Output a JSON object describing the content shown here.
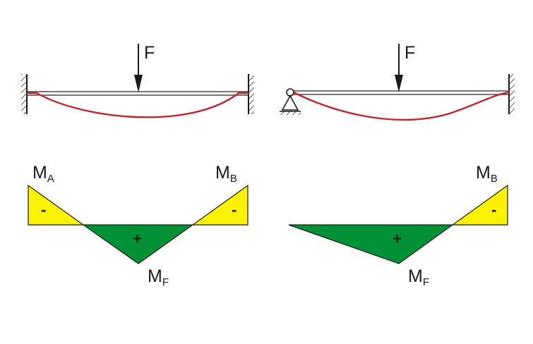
{
  "colors": {
    "negative_fill": "#fbf200",
    "positive_fill": "#009036",
    "deflection": "#c1272d",
    "outline": "#1a1a1a"
  },
  "left_beam": {
    "support_left": "fixed-wall",
    "support_right": "fixed-wall",
    "force_label": "F"
  },
  "right_beam": {
    "support_left": "pin-support",
    "support_right": "fixed-wall",
    "force_label": "F"
  },
  "left_moment": {
    "ma_main": "M",
    "ma_sub": "A",
    "mb_main": "M",
    "mb_sub": "B",
    "mf_main": "M",
    "mf_sub": "F",
    "neg_sign": "-",
    "pos_sign": "+"
  },
  "right_moment": {
    "mb_main": "M",
    "mb_sub": "B",
    "mf_main": "M",
    "mf_sub": "F",
    "neg_sign": "-",
    "pos_sign": "+"
  }
}
